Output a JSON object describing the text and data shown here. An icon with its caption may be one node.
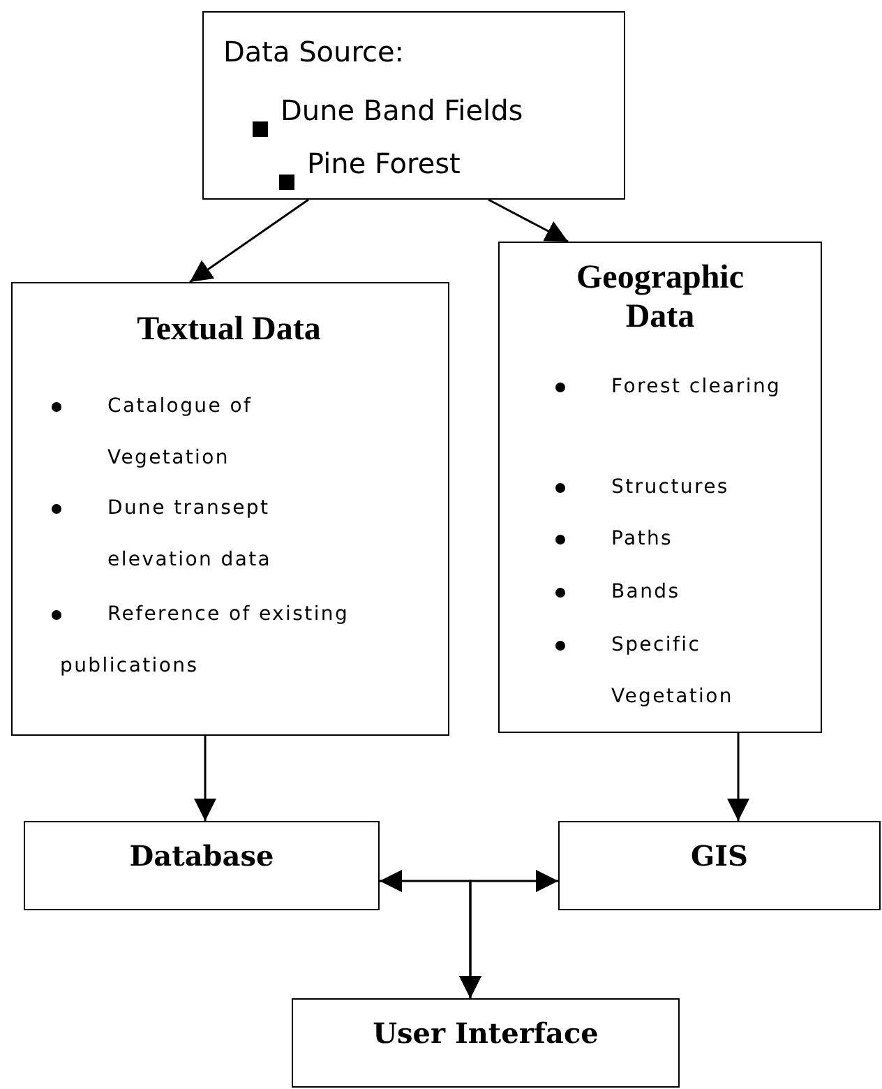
{
  "diagram": {
    "nodes": [
      {
        "text": [
          "Data Source:",
          "Dune Band Fields",
          "Pine Forest"
        ]
      },
      {
        "text": [
          "Textual Data",
          "Catalogue of Vegetation",
          "Dune transept elevation data",
          "Reference of existing publications"
        ]
      },
      {
        "text": [
          "Geographic Data",
          "Forest clearing",
          "Structures",
          "Paths",
          "Bands",
          "Specific Vegetation"
        ]
      },
      {
        "text": [
          "Database"
        ]
      },
      {
        "text": [
          "GIS"
        ]
      },
      {
        "text": [
          "User Interface"
        ]
      }
    ],
    "edges": [
      {
        "from": 0,
        "to": 1,
        "arrow": "to"
      },
      {
        "from": 0,
        "to": 2,
        "arrow": "to"
      },
      {
        "from": 1,
        "to": 3,
        "arrow": "to"
      },
      {
        "from": 2,
        "to": 4,
        "arrow": "to"
      },
      {
        "from": 3,
        "to": 5,
        "arrow": "both"
      },
      {
        "from": 4,
        "to": 5,
        "arrow": "both"
      }
    ]
  }
}
